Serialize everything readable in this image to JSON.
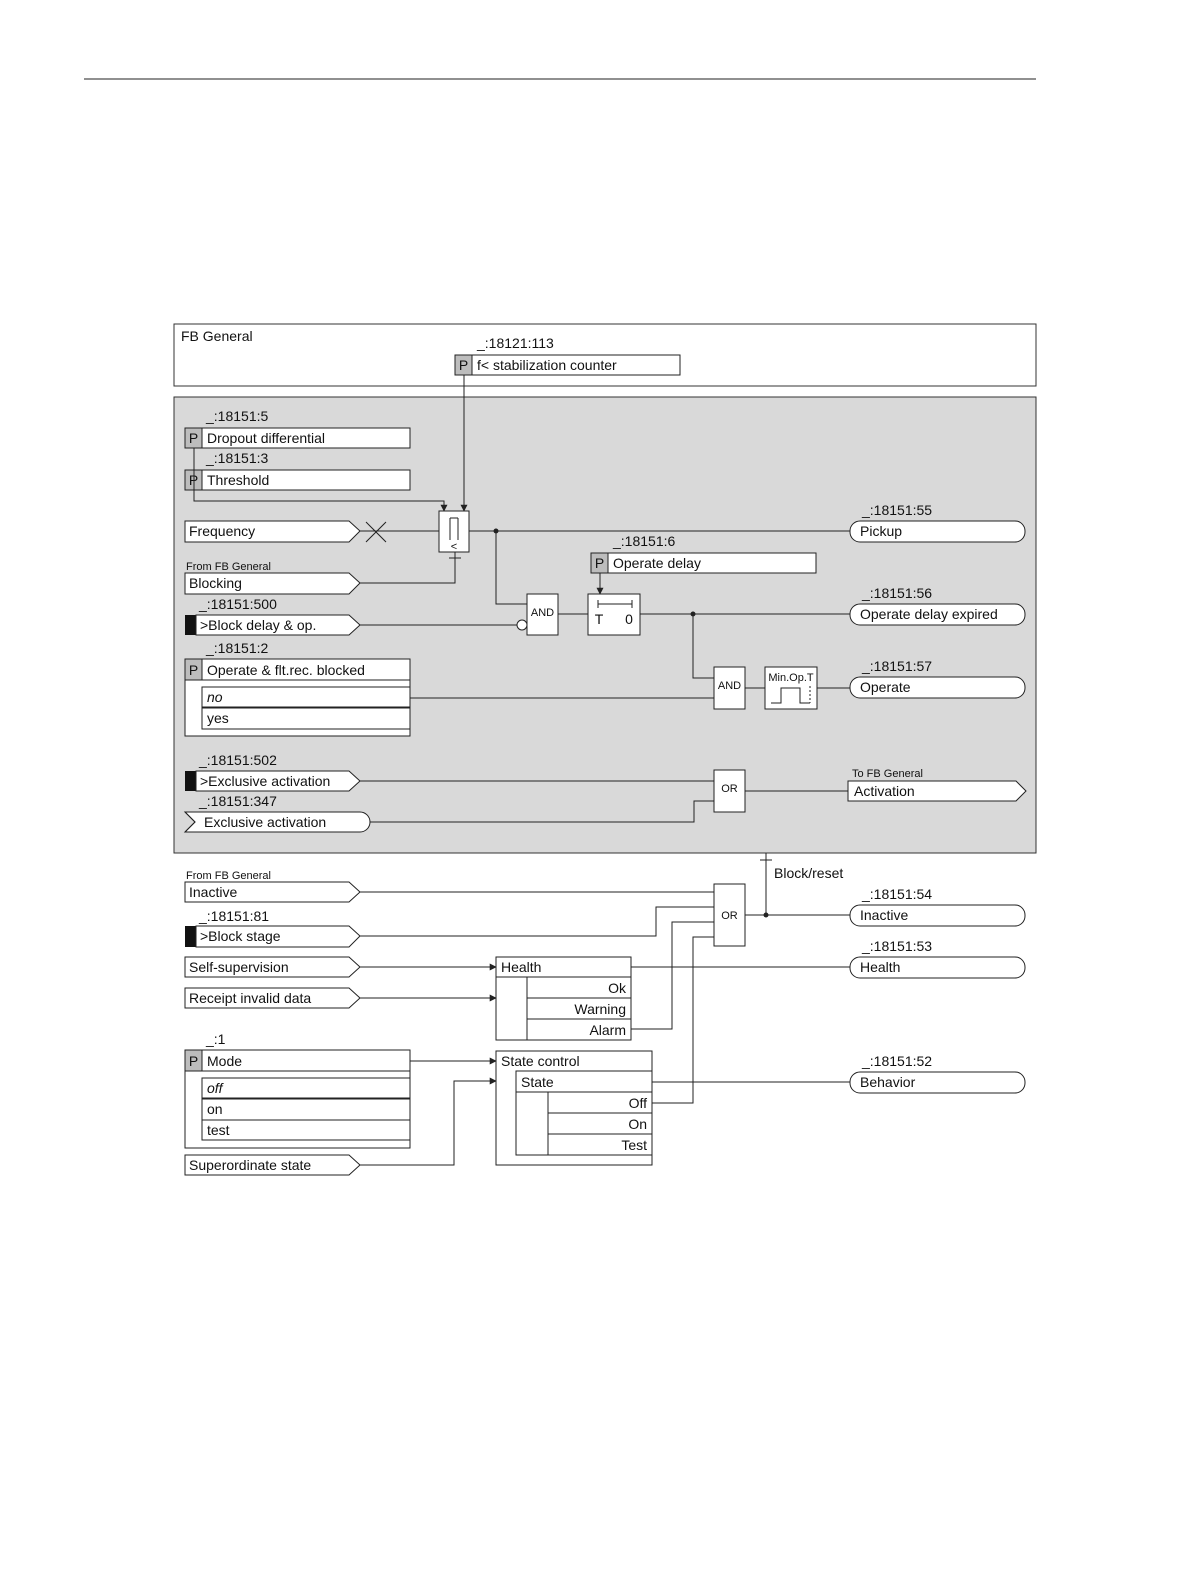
{
  "fb_general": {
    "title": "FB General",
    "param": {
      "address": "_:18121:113",
      "flag": "P",
      "label": "f< stabilization counter"
    }
  },
  "params": {
    "dropout": {
      "address": "_:18151:5",
      "flag": "P",
      "label": "Dropout differential"
    },
    "threshold": {
      "address": "_:18151:3",
      "flag": "P",
      "label": "Threshold"
    },
    "operate_delay": {
      "address": "_:18151:6",
      "flag": "P",
      "label": "Operate delay"
    },
    "operate_blocked": {
      "address": "_:18151:2",
      "flag": "P",
      "label": "Operate & flt.rec. blocked",
      "options": [
        "no",
        "yes"
      ]
    },
    "mode": {
      "address": "_:1",
      "flag": "P",
      "label": "Mode",
      "options": [
        "off",
        "on",
        "test"
      ]
    }
  },
  "inputs": {
    "frequency": {
      "label": "Frequency"
    },
    "blocking": {
      "source": "From FB General",
      "label": "Blocking"
    },
    "block_delay": {
      "address": "_:18151:500",
      "label": ">Block delay & op."
    },
    "excl_act_in": {
      "address": "_:18151:502",
      "label": ">Exclusive activation"
    },
    "excl_act": {
      "address": "_:18151:347",
      "label": "Exclusive activation"
    },
    "inactive": {
      "source": "From FB General",
      "label": "Inactive"
    },
    "block_stage": {
      "address": "_:18151:81",
      "label": ">Block stage"
    },
    "self_supervision": {
      "label": "Self-supervision"
    },
    "receipt_invalid": {
      "label": "Receipt invalid data"
    },
    "superordinate": {
      "label": "Superordinate state"
    }
  },
  "outputs": {
    "pickup": {
      "address": "_:18151:55",
      "label": "Pickup"
    },
    "op_delay_expired": {
      "address": "_:18151:56",
      "label": "Operate delay expired"
    },
    "operate": {
      "address": "_:18151:57",
      "label": "Operate"
    },
    "activation": {
      "target": "To FB General",
      "label": "Activation"
    },
    "inactive": {
      "address": "_:18151:54",
      "label": "Inactive"
    },
    "health": {
      "address": "_:18151:53",
      "label": "Health"
    },
    "behavior": {
      "address": "_:18151:52",
      "label": "Behavior"
    }
  },
  "gates": {
    "and": "AND",
    "or": "OR",
    "timer_t": "T",
    "timer_zero": "0",
    "min_op": "Min.Op.T",
    "compare": "<"
  },
  "health_block": {
    "title": "Health",
    "states": [
      "Ok",
      "Warning",
      "Alarm"
    ]
  },
  "state_block": {
    "title": "State control",
    "sub": "State",
    "states": [
      "Off",
      "On",
      "Test"
    ]
  },
  "block_reset": "Block/reset"
}
